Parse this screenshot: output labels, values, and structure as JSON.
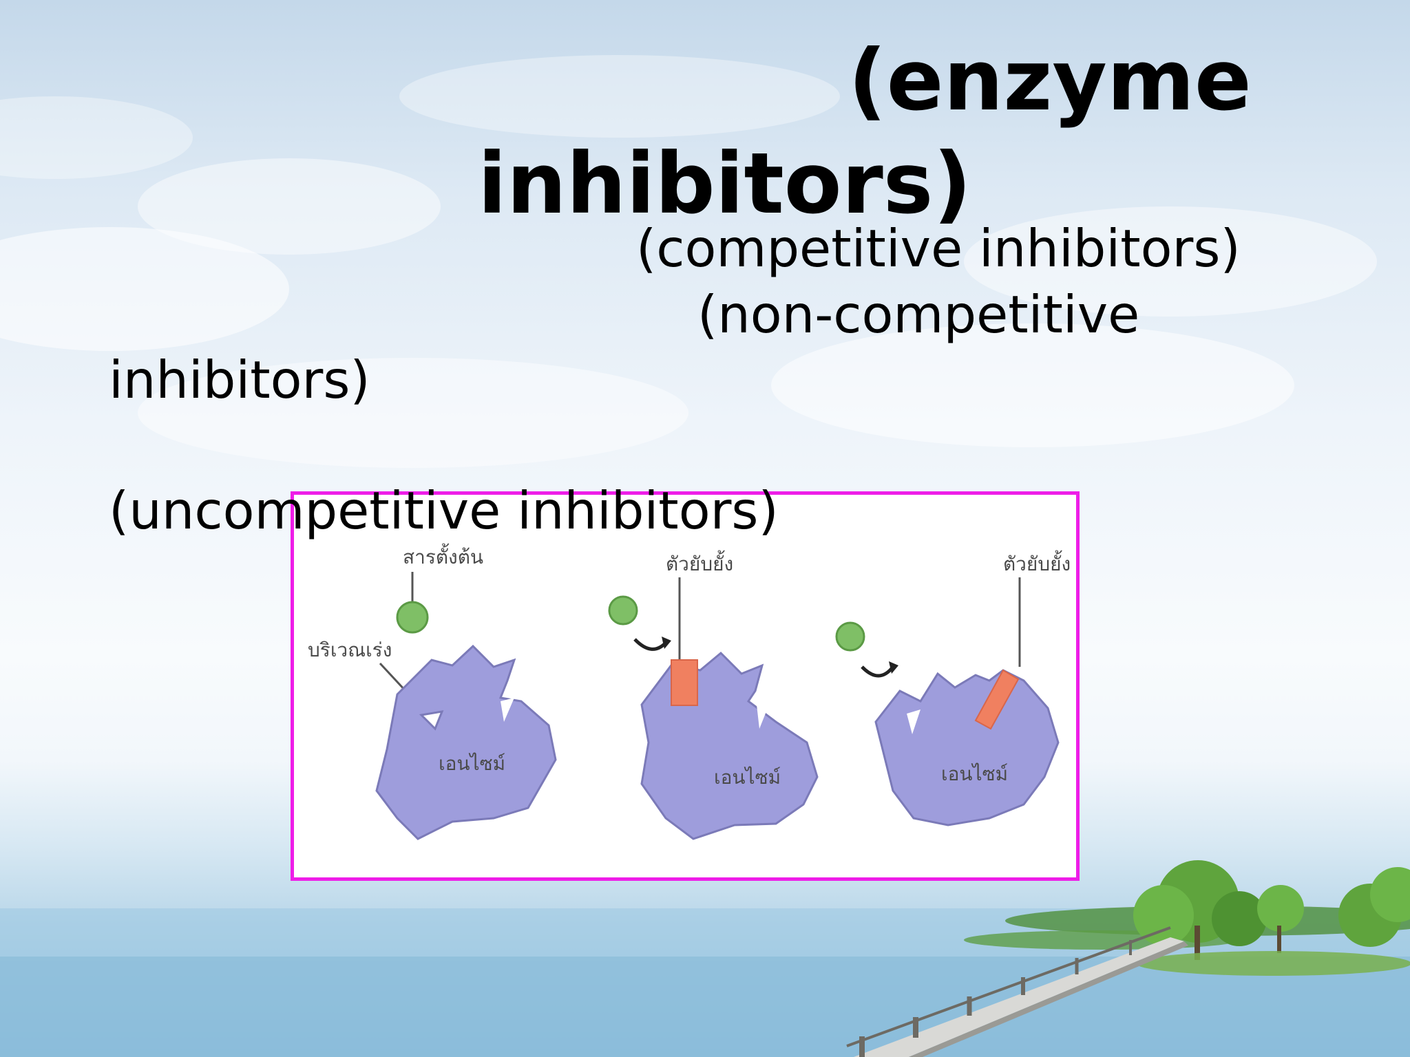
{
  "slide": {
    "title_line_1": "(enzyme",
    "title_line_2": "inhibitors)",
    "items": [
      {
        "text_line_1": "(competitive inhibitors)"
      },
      {
        "text_line_1": "(non-competitive",
        "text_line_2": "inhibitors)"
      },
      {
        "text_line_1": "(uncompetitive inhibitors)"
      }
    ]
  },
  "diagram": {
    "panels": [
      {
        "substrate_label": "สารตั้งต้น",
        "site_label": "บริเวณเร่ง",
        "enzyme_label": "เอนไซม์"
      },
      {
        "inhibitor_label": "ตัวยับยั้ง",
        "enzyme_label": "เอนไซม์"
      },
      {
        "inhibitor_label": "ตัวยับยั้ง",
        "enzyme_label": "เอนไซม์"
      }
    ],
    "colors": {
      "enzyme": "#9e9ddc",
      "enzyme_outline": "#7b7ab8",
      "substrate": "#7fbf66",
      "inhibitor": "#f08060",
      "frame": "#ee1de8"
    }
  }
}
